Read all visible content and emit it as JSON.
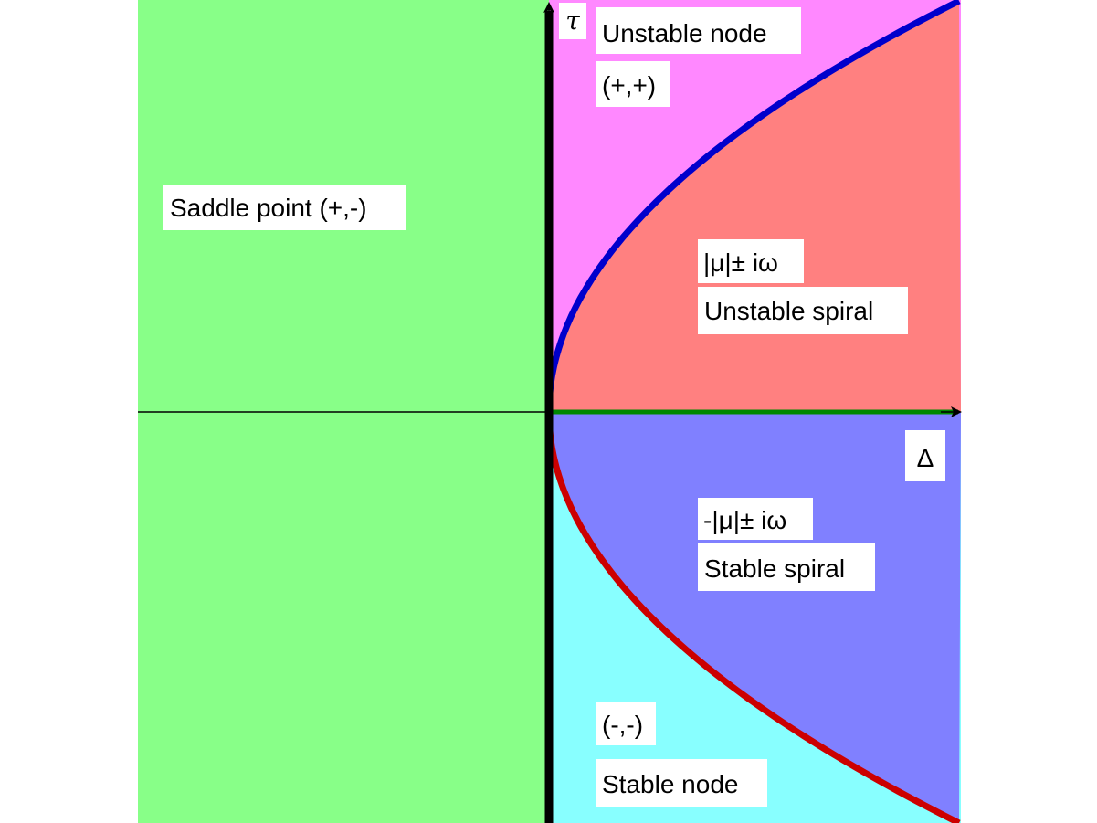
{
  "axes": {
    "x_label": "Δ",
    "y_label": "τ"
  },
  "regions": {
    "saddle": {
      "label": "Saddle point (+,-)",
      "color": "#88ff88"
    },
    "unstable_node": {
      "label_line1": "Unstable node",
      "label_line2": "(+,+)",
      "color": "#ff88ff"
    },
    "unstable_spiral": {
      "label_line1": "|μ|± iω",
      "label_line2": "Unstable spiral",
      "color": "#ff8080"
    },
    "stable_spiral": {
      "label_line1": "-|μ|± iω",
      "label_line2": "Stable spiral",
      "color": "#8080ff"
    },
    "stable_node": {
      "label_line1": "(-,-)",
      "label_line2": "Stable node",
      "color": "#88ffff"
    }
  },
  "curves": {
    "upper_boundary_color": "#0000cc",
    "lower_boundary_color": "#cc0000",
    "positive_delta_axis_color": "#008800",
    "tau_axis_color": "#000000"
  }
}
